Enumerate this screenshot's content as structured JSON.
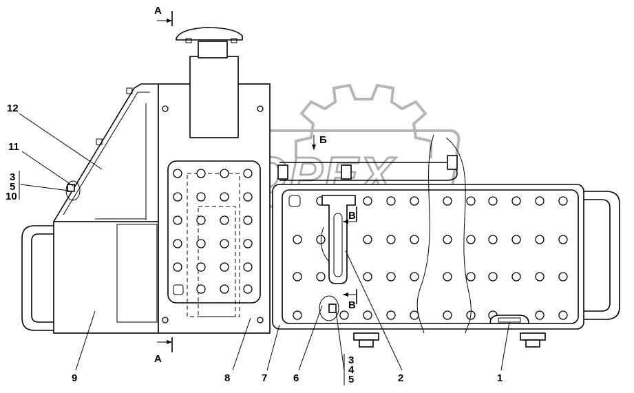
{
  "watermark": {
    "text": "OPEX",
    "color": "#b5b5b5"
  },
  "section_marks": {
    "a_top": "А",
    "a_bottom": "А",
    "b": "Б",
    "v_top": "В",
    "v_bottom": "В"
  },
  "callouts": {
    "c1": "1",
    "c2": "2",
    "c6": "6",
    "c7": "7",
    "c8": "8",
    "c9": "9",
    "c11": "11",
    "c12": "12",
    "stack_left": [
      "3",
      "5",
      "10"
    ],
    "stack_right": [
      "3",
      "4",
      "5"
    ]
  }
}
